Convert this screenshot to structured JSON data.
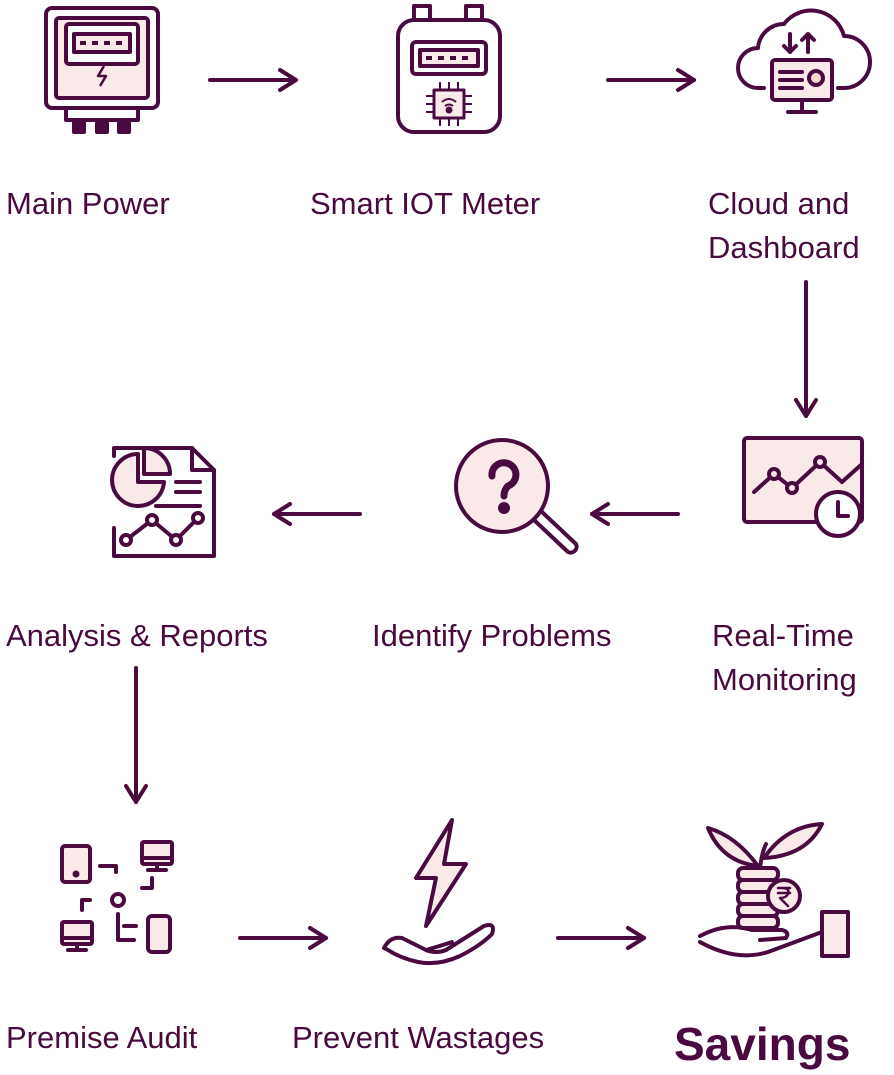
{
  "colors": {
    "stroke": "#4a0a3f",
    "fill": "#fbe9ea",
    "accent": "#f0a78f"
  },
  "steps": {
    "main_power": {
      "label": "Main Power",
      "icon": "electric-meter-icon"
    },
    "smart_meter": {
      "label": "Smart IOT Meter",
      "icon": "iot-meter-icon"
    },
    "cloud": {
      "line1": "Cloud and",
      "line2": "Dashboard",
      "icon": "cloud-dashboard-icon"
    },
    "monitoring": {
      "line1": "Real-Time",
      "line2": "Monitoring",
      "icon": "monitoring-chart-icon"
    },
    "identify": {
      "label": "Identify Problems",
      "icon": "magnifier-question-icon"
    },
    "analysis": {
      "label": "Analysis & Reports",
      "icon": "report-chart-icon"
    },
    "audit": {
      "label": "Premise Audit",
      "icon": "device-network-icon"
    },
    "prevent": {
      "label": "Prevent Wastages",
      "icon": "hand-lightning-icon"
    },
    "savings": {
      "label": "Savings",
      "icon": "money-plant-hand-icon"
    }
  }
}
